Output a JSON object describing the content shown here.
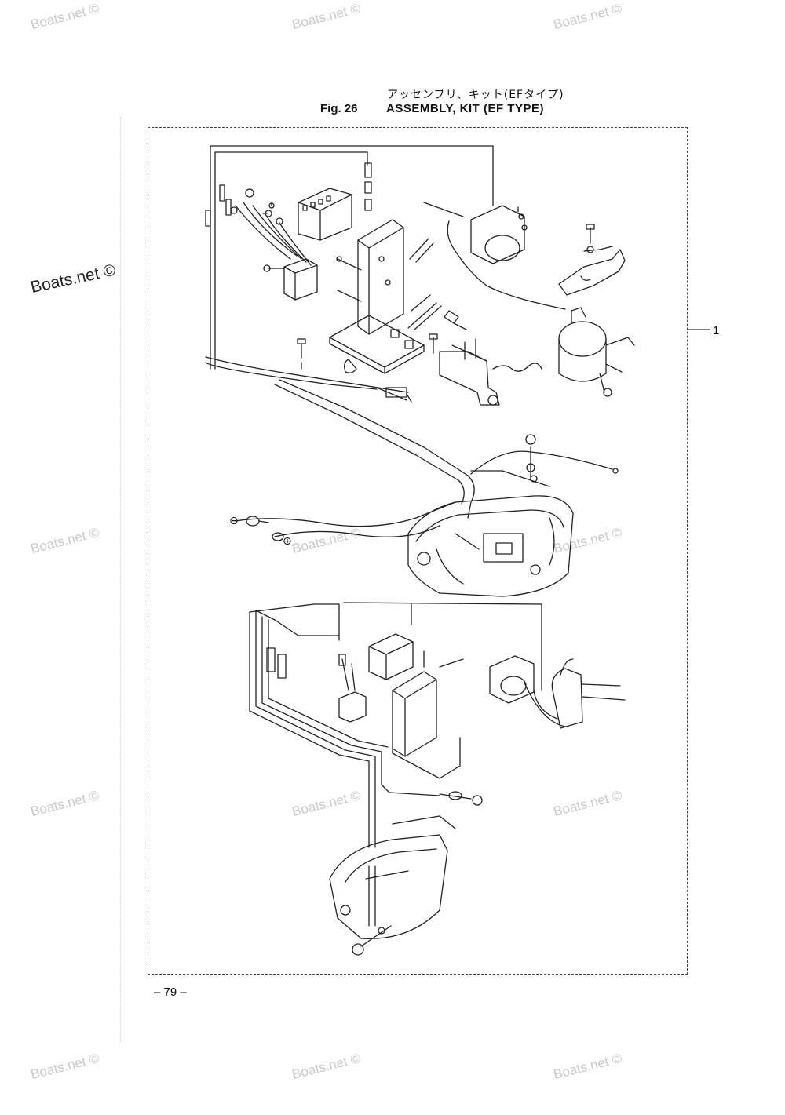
{
  "header": {
    "title_jp": "アッセンブリ、キット(EFタイプ)",
    "fig_label": "Fig. 26",
    "title_en": "ASSEMBLY, KIT (EF TYPE)"
  },
  "callouts": {
    "assembly_ref": "1",
    "negative_terminal": "⊖",
    "positive_terminal": "⊕"
  },
  "footer": {
    "page_number": "– 79 –"
  },
  "watermark": {
    "text": "Boats.net ©"
  },
  "colors": {
    "line": "#222222",
    "watermark": "#c9c9c9",
    "background": "#ffffff"
  }
}
